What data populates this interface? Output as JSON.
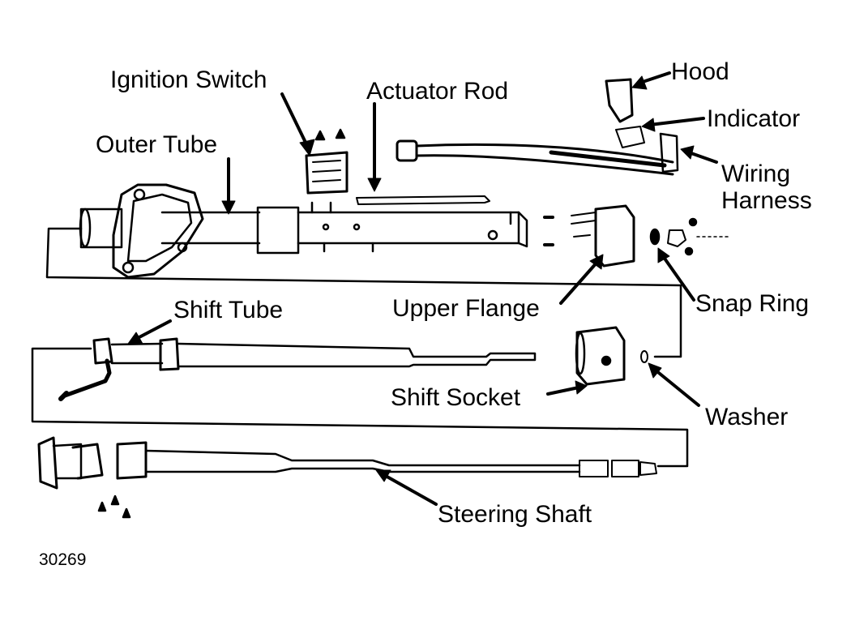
{
  "labels": {
    "ignition_switch": "Ignition Switch",
    "actuator_rod": "Actuator Rod",
    "hood": "Hood",
    "indicator": "Indicator",
    "outer_tube": "Outer Tube",
    "wiring_harness_1": "Wiring",
    "wiring_harness_2": "Harness",
    "shift_tube": "Shift Tube",
    "upper_flange": "Upper Flange",
    "snap_ring": "Snap Ring",
    "shift_socket": "Shift Socket",
    "washer": "Washer",
    "steering_shaft": "Steering Shaft"
  },
  "figure_number": "30269",
  "colors": {
    "ink": "#000000",
    "paper": "#ffffff"
  }
}
